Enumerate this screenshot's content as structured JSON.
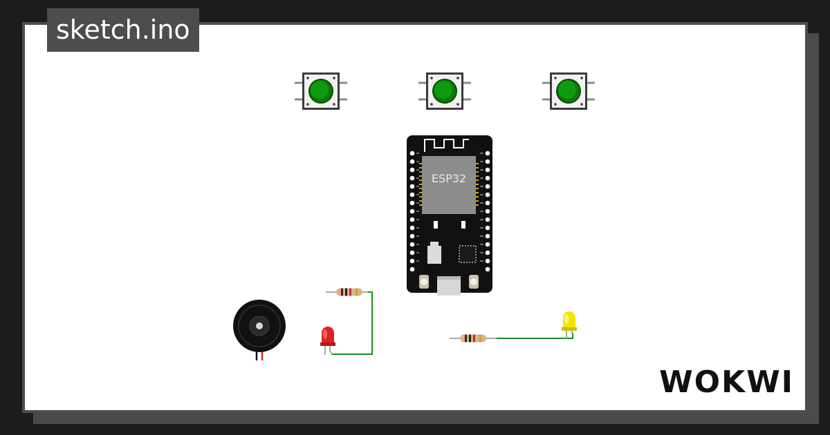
{
  "file_tab": {
    "label": "sketch.ino"
  },
  "board": {
    "chip_label": "ESP32"
  },
  "logo": {
    "text": "WOKWI"
  },
  "colors": {
    "background": "#1c1c1c",
    "canvas": "#ffffff",
    "frame": "#4d4d4d",
    "button_cap": "#0a8a0a",
    "wire": "#1a8f1a",
    "led_red": "#e02020",
    "led_yellow": "#f2e600"
  },
  "icons": [
    "pushbutton-icon",
    "esp32-board-icon",
    "buzzer-icon",
    "resistor-icon",
    "led-icon",
    "wokwi-logo-icon"
  ]
}
